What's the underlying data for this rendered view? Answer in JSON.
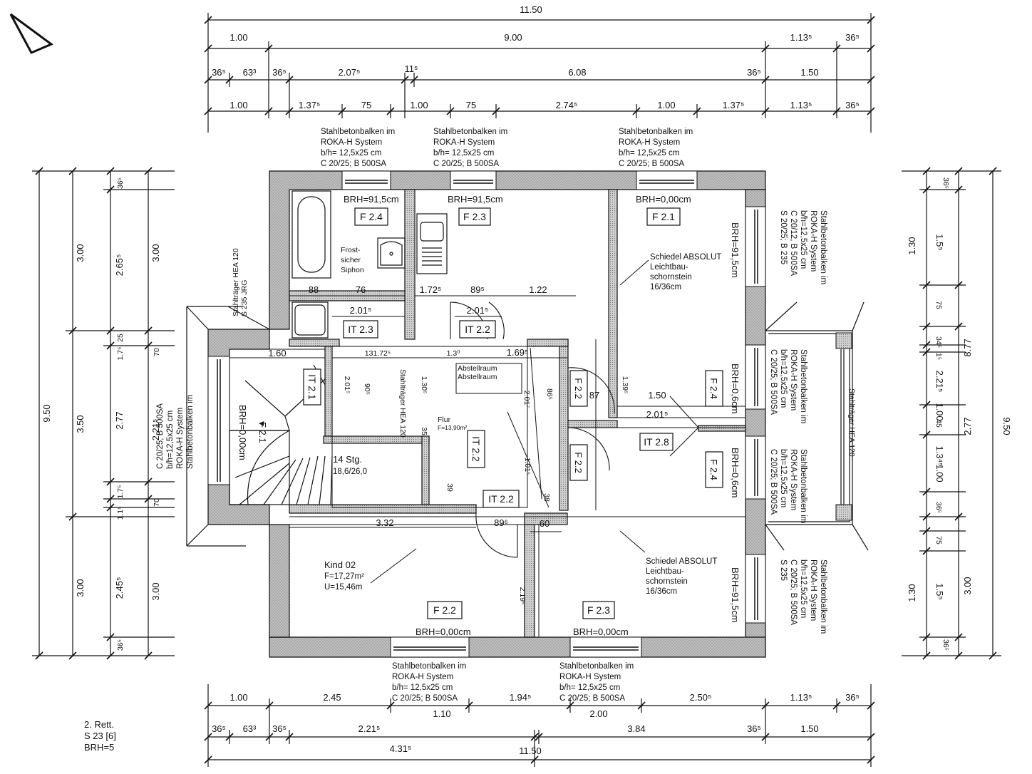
{
  "top_dims": {
    "overall": "11.50",
    "row1": [
      "1.00",
      "9.00",
      "1.13⁵",
      "36⁵"
    ],
    "row2": [
      "36⁵",
      "63³",
      "36⁵",
      "2.07⁵",
      "11⁵",
      "6.08",
      "36⁵",
      "1.50"
    ],
    "row3": [
      "1.00",
      "1.37⁵",
      "75",
      "1.00",
      "75",
      "2.74⁵",
      "1.00",
      "1.37⁵",
      "1.13⁵",
      "36⁵"
    ]
  },
  "bottom_dims": {
    "row1": [
      "1.00",
      "2.45",
      "1.94⁵",
      "2.50⁵",
      "1.13⁵",
      "36⁵"
    ],
    "row1b": [
      "1.10",
      "2.00"
    ],
    "row2": [
      "36⁵",
      "63³",
      "36⁵",
      "2.21⁵",
      "3.84",
      "36⁵",
      "1.50"
    ],
    "row3": [
      "4.31⁵",
      "11.50"
    ]
  },
  "left_dims": {
    "overall": "9.50",
    "col_outer": [
      "3.00",
      "3.50",
      "3.00"
    ],
    "col_mid": [
      "36⁵",
      "2.65⁵",
      "25",
      "1.7⁵",
      "2.77",
      "1.7⁵",
      "1.1⁵",
      "2.45⁵",
      "36⁵"
    ],
    "col_inner": [
      "3.00",
      "70",
      "2.21⁵",
      "70",
      "3.00"
    ]
  },
  "right_dims": {
    "overall": "9.50",
    "col_inner": [
      "36⁵",
      "1.5⁵",
      "75",
      "34⁵",
      "1⁵",
      "2.21⁵",
      "1.00",
      "45",
      "1.3⁴⁵",
      "1.00",
      "36⁵",
      "75",
      "1.5⁵",
      "36⁵"
    ],
    "col_mid": [
      "1.30",
      "8.77",
      "2.77",
      "3.00",
      "1.30"
    ]
  },
  "beam_notes": {
    "top": [
      "Stahlbetonbalken im",
      "ROKA-H System",
      "b/h= 12,5x25 cm",
      "C 20/25; B 500SA"
    ],
    "bottom": [
      "Stahlbetonbalken im",
      "ROKA-H System",
      "b/h= 12,5x25 cm",
      "C 20/25; B 500SA"
    ],
    "right1": [
      "Stahlbetonbalken im",
      "ROKA-H System",
      "b/h=12,5x25 cm",
      "C 20/12, B 500SA",
      "S 20/25; B 235"
    ],
    "right2": [
      "Stahlbetonbalken im",
      "ROKA-H System",
      "b/h=12,5x25 cm",
      "C 20/25; B 500SA"
    ],
    "right3": [
      "Stahlbetonbalken im",
      "ROKA-H System",
      "b/h=12,5x25 cm",
      "C 20/25; B 500SA"
    ],
    "right4": [
      "Stahlbetonbalken im",
      "ROKA-H System",
      "b/h=12,5x25 cm",
      "C 20/25; B 500SA",
      "S 235"
    ],
    "left": [
      "Stahlbetonbalken im",
      "ROKA-H System",
      "b/h=12,5x25 cm",
      "C 20/25; B 500SA"
    ],
    "hea_left": [
      "Stahlträger HEA 120",
      "S 235 JRG"
    ],
    "hea_right": "Stahlträger HEA 120"
  },
  "windows": {
    "w_f24": "F 2.4",
    "w_f23": "F 2.3",
    "w_f21": "F 2.1",
    "w_f22": "F 2.2",
    "w_f23b": "F 2.3",
    "brh_f24": "BRH=91,5cm",
    "brh_f23": "BRH=91,5cm",
    "brh_f21": "BRH=0,00cm",
    "brh_bot1": "BRH=0,00cm",
    "brh_bot2": "BRH=0,00cm",
    "brh_r1": "BRH=91,5cm",
    "brh_r2": "BRH=0,6cm",
    "brh_r3": "BRH=0,6cm",
    "brh_r4": "BRH=91,5cm",
    "brh_left": "BRH=0,00cm",
    "side_f24_a": "F 2.4",
    "side_f24_b": "F 2.4",
    "side_f22_a": "F 2.2",
    "side_f22_b": "F 2.2",
    "side_f21_left": "F 2.1"
  },
  "doors": {
    "it23": "IT 2.3",
    "it22_a": "IT 2.2",
    "it21": "IT 2.1",
    "it22_b": "IT 2.2",
    "it22_c": "IT 2.2",
    "it28": "IT 2.8"
  },
  "interior_dims": {
    "d88": "88",
    "d76": "76",
    "d1725": "1.72⁵",
    "d895": "89⁵",
    "d122": "1.22",
    "d2015a": "2.01⁵",
    "d2015b": "2.01⁵",
    "d160": "1.60",
    "d13172": "131.72⁵",
    "d130": "1.3⁰",
    "d169": "1.69⁵",
    "d2015c": "2.01⁵",
    "d905": "90⁵",
    "d1305": "1.30⁵",
    "d35": "35",
    "d87": "87",
    "d150": "1.50",
    "d2015d": "2.01⁵",
    "d1395": "1.39⁵",
    "d2017": "2.01⁷",
    "d865": "86⁵",
    "d1015": "1.01⁵",
    "d38": "38",
    "d332": "3.32",
    "d896": "89⁶",
    "d60": "60",
    "d2195": "2.19⁵",
    "d39": "39"
  },
  "rooms": {
    "flur_name": "Flur",
    "flur_area": "F=13,90m²",
    "abst_a": "Abstellraum",
    "abst_b": "Abstellraum",
    "kind_name": "Kind 02",
    "kind_area": "F=17,27m²",
    "kind_u": "U=15,46m",
    "stairs_a": "14 Stg.",
    "stairs_b": "18,6/26,0",
    "frost": [
      "Frost-",
      "sicher",
      "Siphon"
    ],
    "stahl_vert": "Stahlträger HEA 120",
    "chimney1": [
      "Schiedel ABSOLUT",
      "Leichtbau-",
      "schornstein",
      "16/36cm"
    ],
    "chimney2": [
      "Schiedel ABSOLUT",
      "Leichtbau-",
      "schornstein",
      "16/36cm"
    ]
  },
  "footer": [
    "2. Rett.",
    "S 23 [6]",
    "BRH=5"
  ]
}
